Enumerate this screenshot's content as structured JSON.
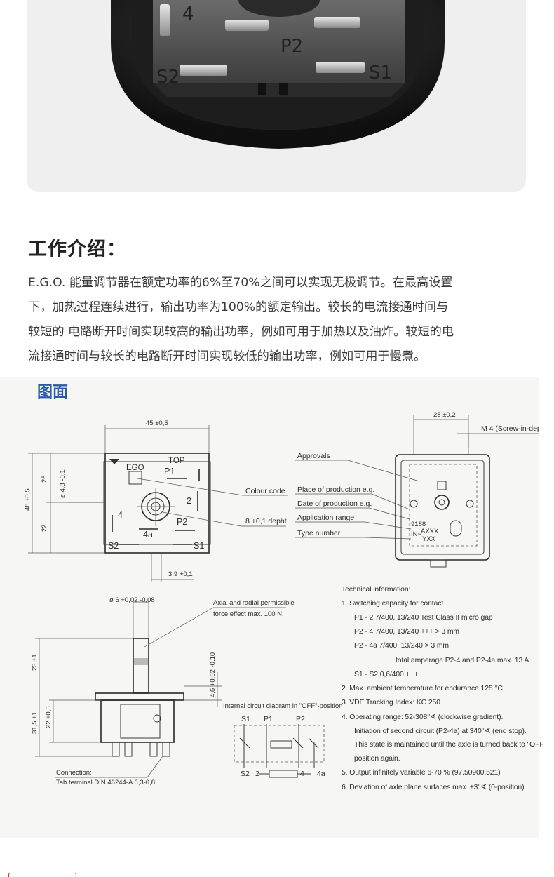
{
  "photo": {
    "terminal_labels": [
      "P2",
      "S2",
      "S1",
      "4"
    ]
  },
  "intro": {
    "title": "工作介绍：",
    "lines": [
      "E.G.O. 能量调节器在额定功率的6%至70%之间可以实现无极调节。在最高设置",
      "下，加热过程连续进行，输出功率为100%的额定输出。较长的电流接通时间与",
      "较短的 电路断开时间实现较高的输出功率，例如可用于加热以及油炸。较短的电",
      "流接通时间与较长的电路断开时间实现较低的输出功率，例如可用于慢煮。"
    ]
  },
  "drawing": {
    "title": "图面",
    "front_view": {
      "width_dim": "45 ±0,5",
      "height_dim": "48 ±0,5",
      "upper_dim": "26",
      "lower_dim": "22",
      "shaft_dim": "ø 4,8 -0,1",
      "offset_dim": "3,9 +0,1",
      "labels": [
        "EGO",
        "TOP",
        "P1",
        "2",
        "4",
        "P2",
        "4a",
        "S2",
        "S1"
      ]
    },
    "callouts_left": [
      "Colour code",
      "8 +0,1 depht"
    ],
    "callouts_right": [
      "Approvals",
      "Place of production e.g.",
      "Date of production e.g.",
      "Application range",
      "Type number"
    ],
    "rear_view": {
      "width_dim": "28 ±0,2",
      "screw": "M 4 (Screw-in-dep",
      "marks": [
        "9188",
        "IN~",
        "AXXX",
        "YXX"
      ]
    },
    "side_view": {
      "shaft_dim": "ø 6 +0,02 -0,08",
      "force_note": [
        "Axial and radial permissible",
        "force effect max. 100 N."
      ],
      "dim_23": "23 ±1",
      "dim_31": "31,5 ±1",
      "dim_22": "22 ±0,5",
      "dim_46": "4,6 +0,02 -0,10",
      "connection": [
        "Connection:",
        "Tab terminal DIN 46244-A 6,3-0,8"
      ]
    },
    "circuit": {
      "caption": "Internal circuit diagram in \"OFF\"-position",
      "top_labels": [
        "S1",
        "P1",
        "P2"
      ],
      "bottom_labels": [
        "S2",
        "2",
        "4",
        "4a"
      ]
    },
    "tech_info": [
      "Technical information:",
      "1.  Switching capacity for contact",
      "P1 - 2          7/400, 13/240 Test Class II  micro gap",
      "P2 - 4          7/400, 13/240 +++  > 3 mm",
      "P2 - 4a        7/400, 13/240 > 3 mm",
      "total amperage P2-4 and P2-4a max. 13 A",
      "S1 - S2        0,6/400 +++",
      "2.  Max. ambient temperature for endurance 125 °C",
      "3.  VDE Tracking Index: KC 250",
      "4.  Operating range: 52-308°∢ (clockwise gradient).",
      "Initiation of second circuit (P2-4a) at 340°∢ (end stop).",
      "This state is maintained until the axle is turned back to \"OFF",
      "position again.",
      "5.  Output infinitely variable 6-70 % (97.50900.521)",
      "6.  Deviation of axle plane surfaces max. ±3°∢ (0-position)"
    ]
  }
}
